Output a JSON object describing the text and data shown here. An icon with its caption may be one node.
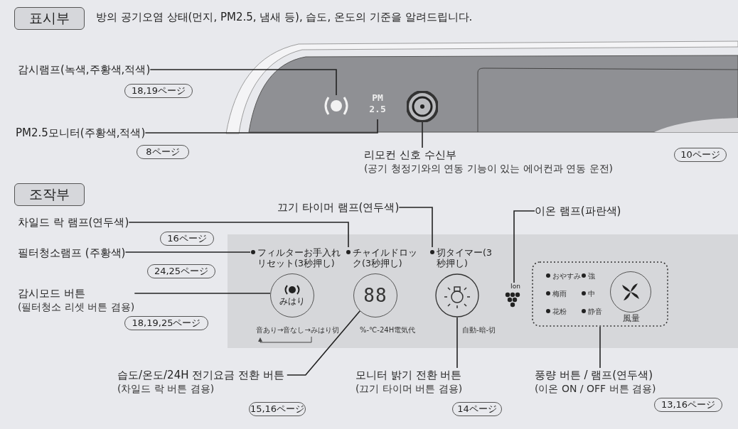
{
  "diagram": {
    "nodes": [
      {
        "text": [
          "표시부"
        ],
        "beside": [
          "방의 공기오염 상태(먼지, PM2.5, 냄새 등), 습도, 온도의 기준을 알려드립니다."
        ]
      },
      {
        "text": [
          "감시램프(녹색,주황색,적색)"
        ]
      },
      {
        "text": [
          "18,19ページ"
        ]
      },
      {
        "text": [],
        "shape": "circle"
      },
      {
        "text": [
          "PM 2.5"
        ]
      },
      {
        "text": [],
        "shape": "circle"
      },
      {
        "text": [
          "PM2.5모니터(주황색,적색)"
        ]
      },
      {
        "text": [
          "8ページ"
        ]
      },
      {
        "text": [
          "리모컨 신호 수신부",
          "(공기 청정기와의 연동 기능이 있는 에어컨과 연동 운전)"
        ]
      },
      {
        "text": [
          "10ページ"
        ]
      },
      {
        "text": [
          "조작부"
        ]
      },
      {
        "text": [
          "끄기 타이머 램프(연두색)"
        ]
      },
      {
        "text": [
          "이온 램프(파란색)"
        ]
      },
      {
        "text": [
          "차일드 락 램프(연두색)"
        ]
      },
      {
        "text": [
          "16ページ"
        ]
      },
      {
        "text": [
          "필터청소램프 (주황색)"
        ]
      },
      {
        "text": [
          "24,25ページ"
        ]
      },
      {
        "text": [
          "フィルターお手入れリセット(3秒押し)"
        ]
      },
      {
        "text": [
          "チャイルドロック(3秒押し)"
        ]
      },
      {
        "text": [
          "切タイマー(3秒押し)"
        ]
      },
      {
        "text": [
          "감시모드 버튼",
          "(필터청소 리셋 버튼 겸용)"
        ]
      },
      {
        "text": [
          "18,19,25ページ"
        ]
      },
      {
        "text": [
          "みはり"
        ]
      },
      {
        "text": [
          "88"
        ]
      },
      {
        "text": [],
        "shape": "circle"
      },
      {
        "text": [
          "Ion"
        ]
      },
      {
        "text": [],
        "shape": "box"
      },
      {
        "text": [
          "습도/온도/24H 전기요금 전환 버튼",
          "(차일드 락 버튼 겸용)"
        ]
      },
      {
        "text": [
          "15,16ページ"
        ]
      },
      {
        "text": [
          "모니터 밝기 전환 버튼",
          "(끄기 타이머 버튼 겸용)"
        ]
      },
      {
        "text": [
          "14ページ"
        ]
      },
      {
        "text": [
          "풍량 버튼 / 램프(연두색)",
          "(이온 ON / OFF 버튼 겸용)"
        ]
      },
      {
        "text": [
          "13,16ページ"
        ]
      }
    ],
    "edges": [
      {
        "from": 1,
        "to": 3,
        "arrow": "none"
      },
      {
        "from": 6,
        "to": 4,
        "arrow": "none"
      },
      {
        "from": 8,
        "to": 5,
        "arrow": "none"
      },
      {
        "from": 13,
        "to": 18,
        "arrow": "none"
      },
      {
        "from": 11,
        "to": 19,
        "arrow": "none"
      },
      {
        "from": 12,
        "to": 25,
        "arrow": "none"
      },
      {
        "from": 15,
        "to": 17,
        "arrow": "none"
      },
      {
        "from": 20,
        "to": 22,
        "arrow": "none"
      },
      {
        "from": 27,
        "to": 23,
        "arrow": "none"
      },
      {
        "from": 29,
        "to": 24,
        "arrow": "none"
      },
      {
        "from": 31,
        "to": 26,
        "arrow": "none"
      }
    ],
    "labels": [
      "音あり→音なし→みはり切",
      "%-℃-24H電気代",
      "自動-暗-切",
      "おやすみ",
      "強",
      "梅雨",
      "中",
      "花粉",
      "静音",
      "風量"
    ]
  }
}
